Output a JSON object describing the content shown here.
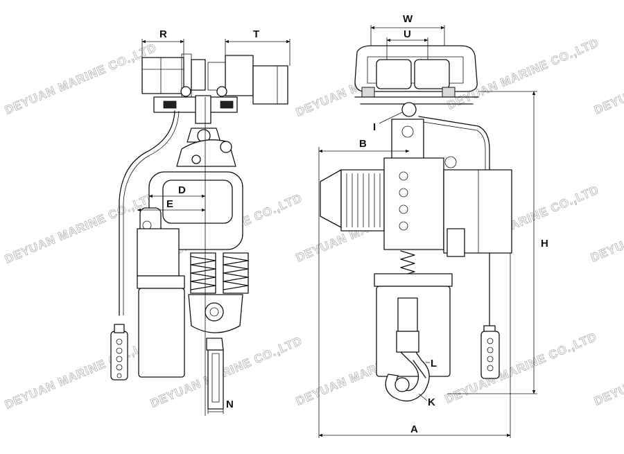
{
  "labels": {
    "R": "R",
    "T": "T",
    "D": "D",
    "E": "E",
    "N": "N",
    "W": "W",
    "U": "U",
    "I": "I",
    "B": "B",
    "H": "H",
    "L": "L",
    "K": "K",
    "A": "A"
  },
  "watermark": "DEYUAN MARINE CO.,LTD",
  "colors": {
    "line": "#111111",
    "watermark": "#b9b9b9",
    "background": "#ffffff"
  },
  "icons": [
    "side-view-hoist-drawing",
    "front-view-hoist-drawing",
    "pendant-control-icon",
    "hook-icon"
  ]
}
